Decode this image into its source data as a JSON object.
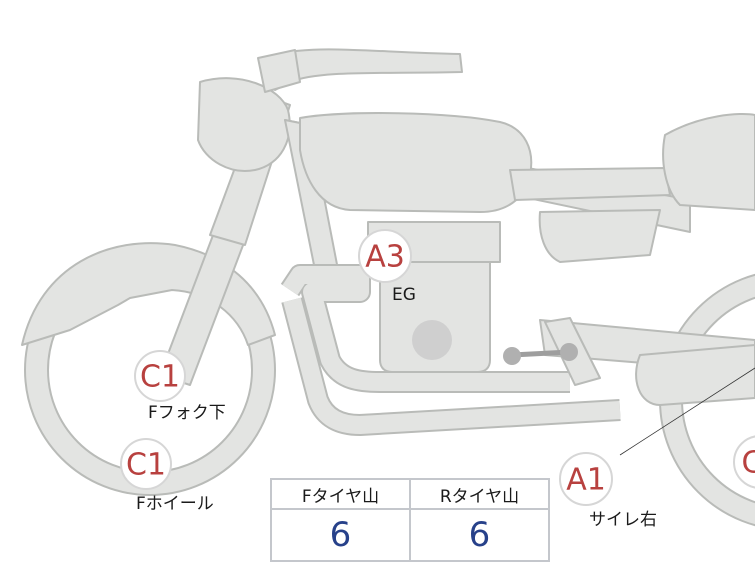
{
  "markers": [
    {
      "code": "A3",
      "label": "EG",
      "status_color": "#b8413f"
    },
    {
      "code": "C1",
      "label": "Fフォク下",
      "status_color": "#b8413f"
    },
    {
      "code": "C1",
      "label": "Fホイール",
      "status_color": "#b8413f"
    },
    {
      "code": "A1",
      "label": "サイレ右",
      "status_color": "#b8413f"
    },
    {
      "code": "C",
      "label": "",
      "status_color": "#b8413f"
    }
  ],
  "tire_depth": {
    "headers": [
      "Fタイヤ山",
      "Rタイヤ山"
    ],
    "values": [
      "6",
      "6"
    ]
  },
  "colors": {
    "bike_fill": "#e3e4e2",
    "bike_outline": "#b9bbb8",
    "marker_text": "#b8413f",
    "value_text": "#27418a"
  }
}
